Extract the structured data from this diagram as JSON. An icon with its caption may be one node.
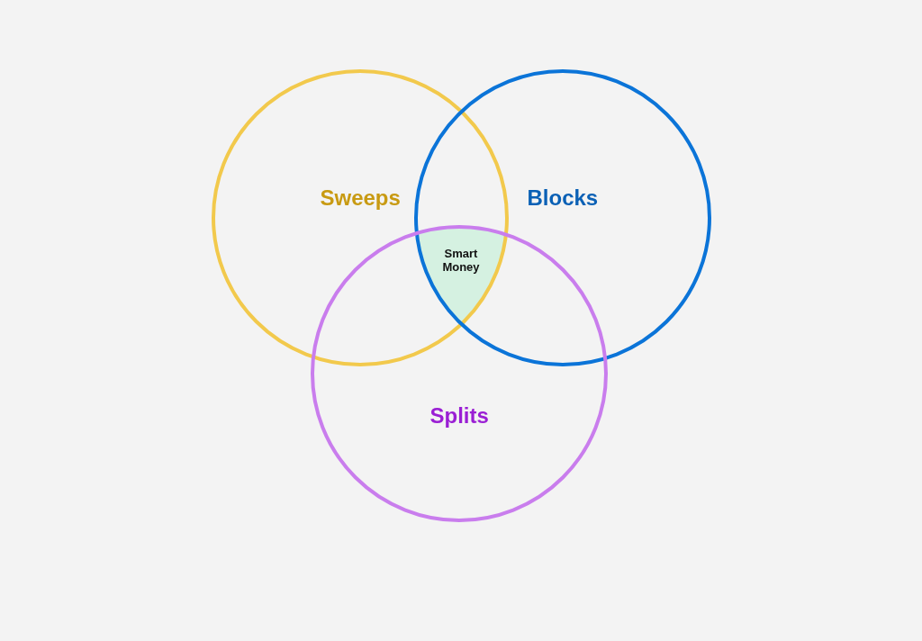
{
  "diagram": {
    "nodes": [
      {
        "text": [
          "Sweeps"
        ]
      },
      {
        "text": [
          "Blocks"
        ]
      },
      {
        "text": [
          "Splits"
        ]
      },
      {
        "text": [
          "Smart Money"
        ]
      }
    ]
  }
}
